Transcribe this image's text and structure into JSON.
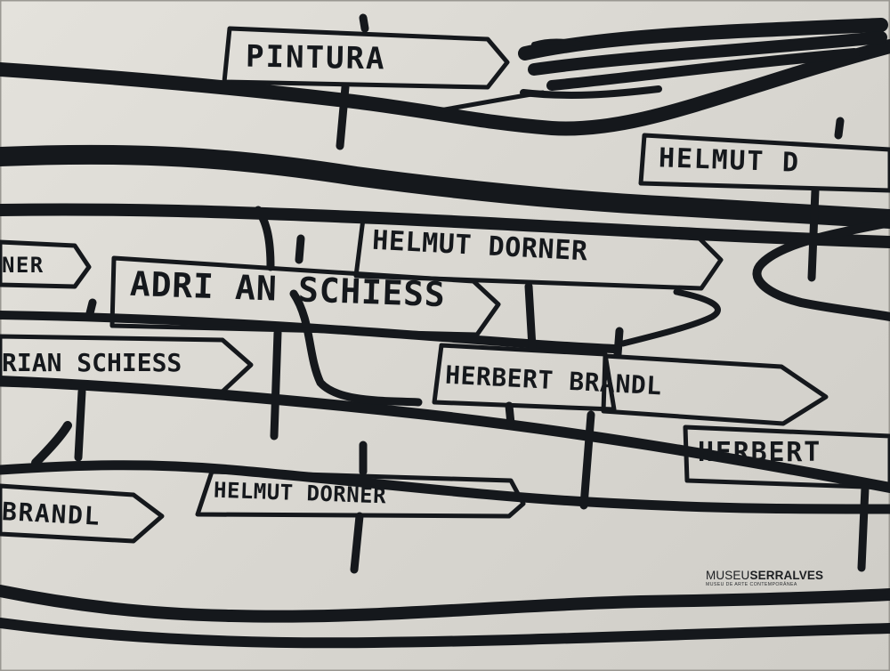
{
  "cover": {
    "paper_color": "#dcdad4",
    "ink_color": "#15181c",
    "signs": {
      "pintura": "PINTURA",
      "helmut_top_right": "HELMUT D",
      "ner_left": "NER",
      "adrian_center": "ADRI AN SCHIESS",
      "helmut_center": "HELMUT DORNER",
      "adrian_left": "RIAN SCHIESS",
      "herbert_brandl": "HERBERT BRANDL",
      "herbert_right": "HERBERT",
      "brandl_left": "BRANDL",
      "helmut_bottom": "HELMUT DORNER"
    },
    "logo": {
      "name_part1": "MUSEU",
      "name_part2": "SERRALVES",
      "subtitle": "MUSEU DE ARTE CONTEMPORÂNEA"
    }
  }
}
